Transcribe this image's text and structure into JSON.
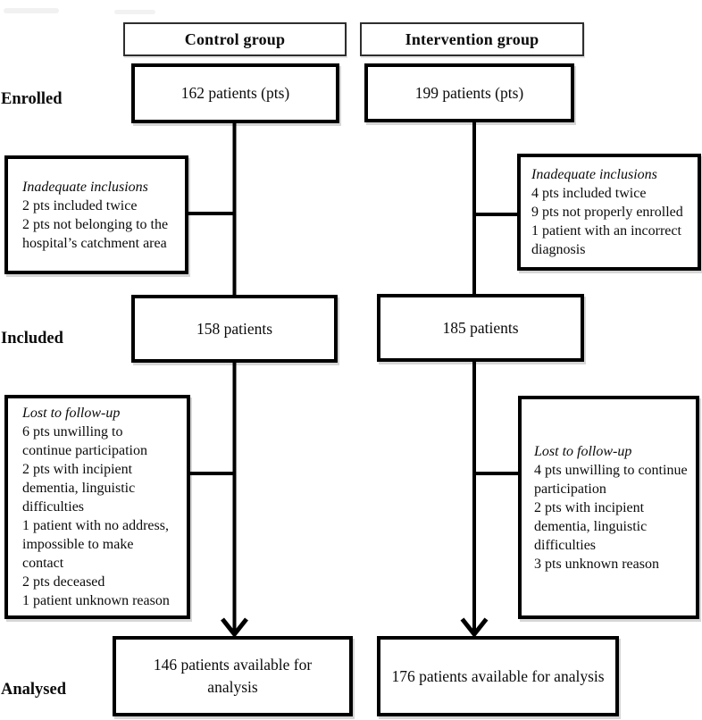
{
  "ink_color": "#000000",
  "row_labels": [
    "Enrolled",
    "Included",
    "Analysed"
  ],
  "control": {
    "header": "Control group",
    "enrolled": "162 patients (pts)",
    "inadequate": {
      "title": "Inadequate inclusions",
      "lines": [
        "2 pts included twice",
        "2 pts not belonging to the hospital’s catchment area"
      ]
    },
    "included": "158 patients",
    "lost": {
      "title": "Lost to follow-up",
      "lines": [
        "6 pts unwilling to continue participation",
        "2 pts with incipient dementia, linguistic difficulties",
        "1 patient with no address, impossible to make contact",
        "2 pts deceased",
        "1 patient unknown reason"
      ]
    },
    "analysed": "146 patients available for analysis"
  },
  "intervention": {
    "header": "Intervention group",
    "enrolled": "199 patients (pts)",
    "inadequate": {
      "title": "Inadequate inclusions",
      "lines": [
        "4 pts included twice",
        "9 pts not properly enrolled",
        "1 patient with an incorrect diagnosis"
      ]
    },
    "included": "185 patients",
    "lost": {
      "title": "Lost to follow-up",
      "lines": [
        "4 pts unwilling to continue participation",
        "2 pts with incipient dementia, linguistic difficulties",
        "3 pts unknown reason"
      ]
    },
    "analysed": "176 patients available for analysis"
  }
}
